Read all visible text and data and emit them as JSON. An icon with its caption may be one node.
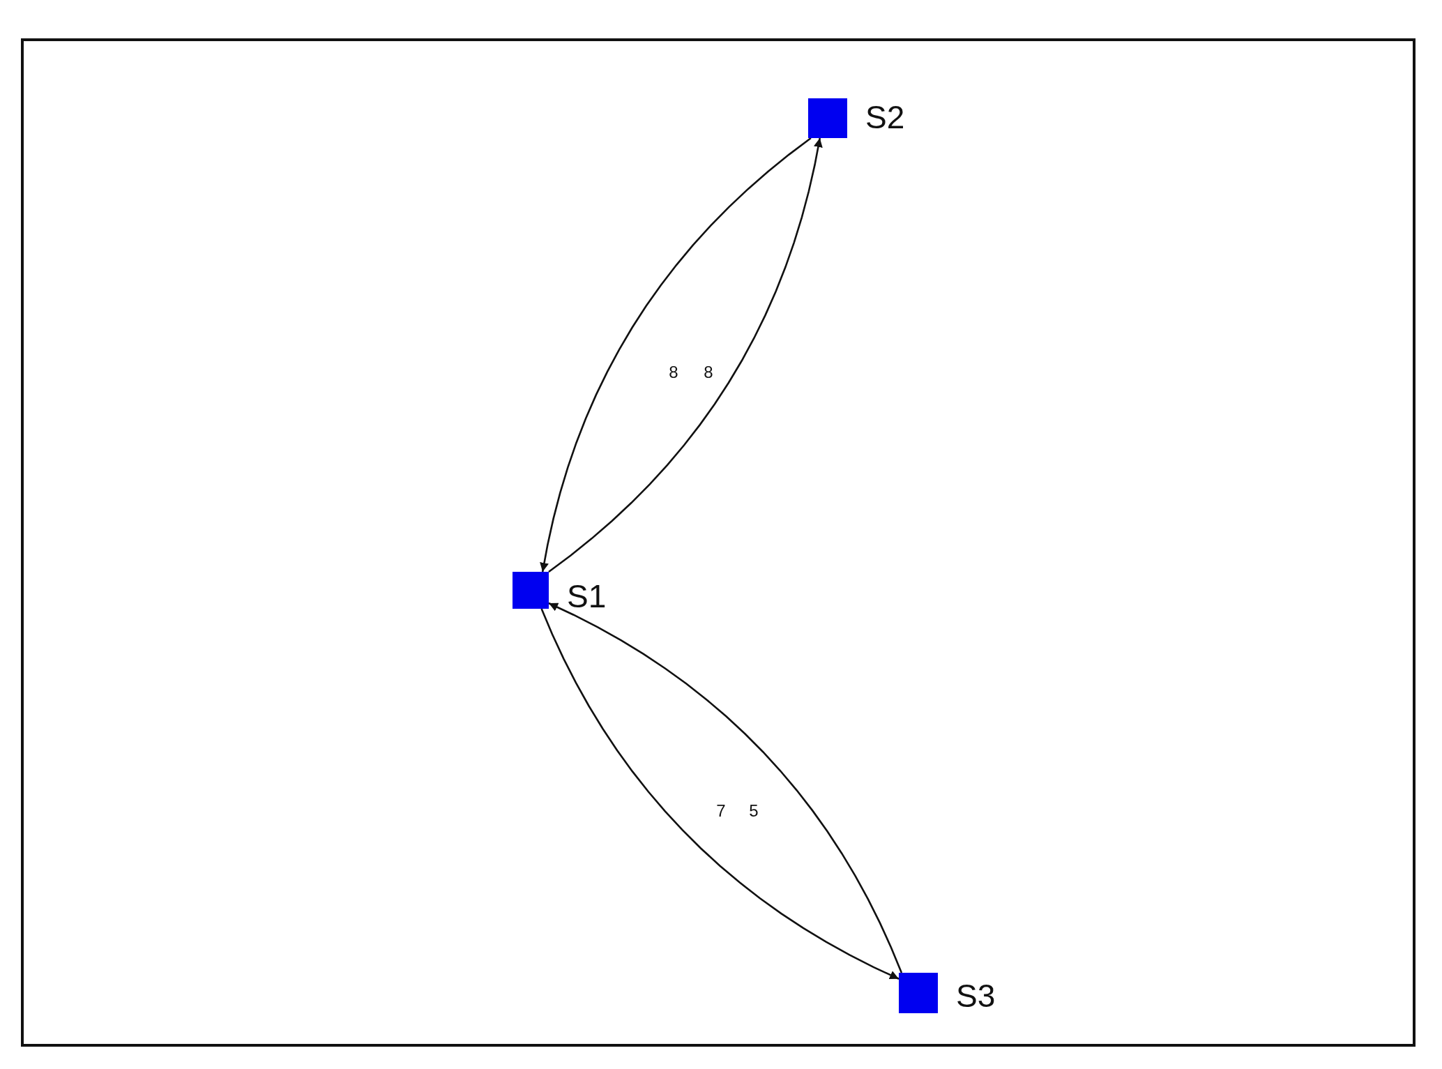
{
  "diagram": {
    "nodes": [
      {
        "text": [
          "S2"
        ]
      },
      {
        "text": [
          "S1"
        ]
      },
      {
        "text": [
          "S3"
        ]
      }
    ],
    "edges": [
      {
        "from": 0,
        "to": 1,
        "arrow": "to",
        "label": "8"
      },
      {
        "from": 1,
        "to": 0,
        "arrow": "to",
        "label": "8"
      },
      {
        "from": 1,
        "to": 2,
        "arrow": "to",
        "label": "7"
      },
      {
        "from": 2,
        "to": 1,
        "arrow": "to",
        "label": "5"
      }
    ]
  }
}
